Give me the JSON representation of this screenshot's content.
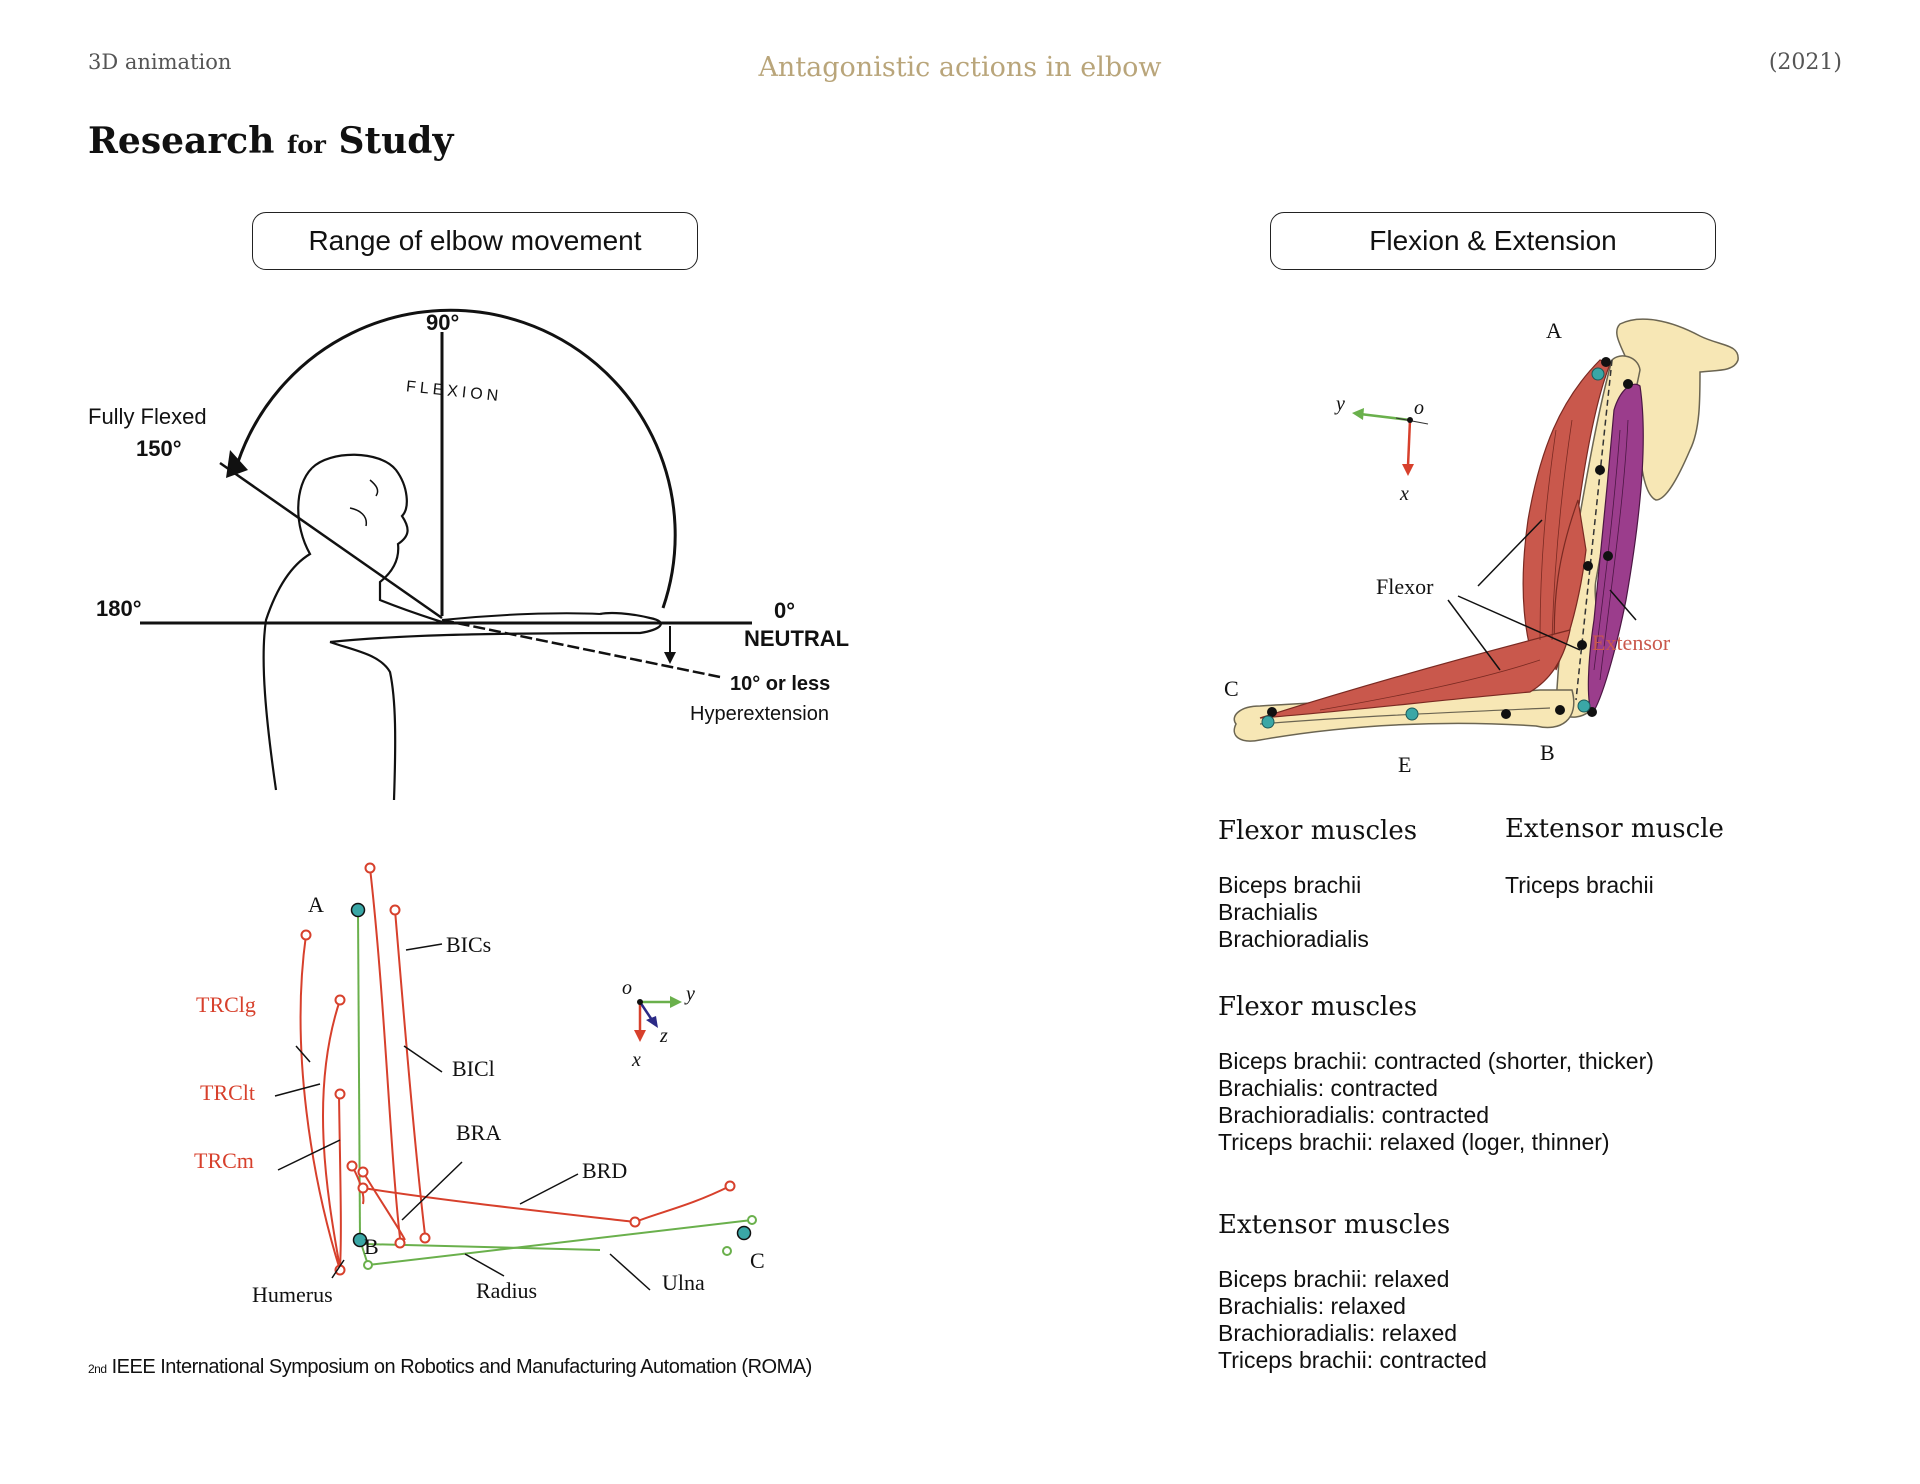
{
  "header": {
    "left": "3D animation",
    "center": "Antagonistic actions in elbow",
    "right": "(2021)"
  },
  "title": {
    "part1": "Research",
    "part2": "for",
    "part3": "Study"
  },
  "left_panel": {
    "label": "Range of elbow movement",
    "diagram": {
      "deg90": "90°",
      "flexion": "FLEXION",
      "fully_flexed": "Fully Flexed",
      "deg150": "150°",
      "deg180": "180°",
      "deg0": "0°",
      "neutral": "NEUTRAL",
      "hyper1": "10° or less",
      "hyper2": "Hyperextension"
    },
    "model": {
      "A": "A",
      "B": "B",
      "C": "C",
      "BICs": "BICs",
      "BICl": "BICl",
      "BRA": "BRA",
      "BRD": "BRD",
      "TRClg": "TRClg",
      "TRClt": "TRClt",
      "TRCm": "TRCm",
      "Humerus": "Humerus",
      "Radius": "Radius",
      "Ulna": "Ulna",
      "o": "o",
      "x": "x",
      "y": "y",
      "z": "z"
    }
  },
  "right_panel": {
    "label": "Flexion & Extension",
    "diagram": {
      "A": "A",
      "B": "B",
      "C": "C",
      "E": "E",
      "flexor": "Flexor",
      "extensor": "Extensor",
      "o": "o",
      "x": "x",
      "y": "y"
    }
  },
  "muscles": {
    "flexor_heading": "Flexor muscles",
    "flexor_list": [
      "Biceps brachii",
      "Brachialis",
      "Brachioradialis"
    ],
    "extensor_heading": "Extensor muscle",
    "extensor_list": [
      "Triceps brachii"
    ],
    "flexion_heading": "Flexor muscles",
    "flexion_list": [
      "Biceps brachii: contracted (shorter, thicker)",
      "Brachialis: contracted",
      "Brachioradialis: contracted",
      "Triceps brachii: relaxed (loger, thinner)"
    ],
    "extension_heading": "Extensor muscles",
    "extension_list": [
      "Biceps brachii: relaxed",
      "Brachialis: relaxed",
      "Brachioradialis: relaxed",
      "Triceps brachii: contracted"
    ]
  },
  "footer": {
    "sup": "2nd",
    "text": " IEEE International Symposium on Robotics and Manufacturing Automation (ROMA)"
  },
  "colors": {
    "accent": "#b9a57a",
    "muscle_red": "#c9584c",
    "muscle_purple": "#9b3d8c",
    "bone": "#f7e7b5",
    "model_red": "#d7402c",
    "model_green": "#6ab04c",
    "joint_teal": "#3aa7a6"
  }
}
